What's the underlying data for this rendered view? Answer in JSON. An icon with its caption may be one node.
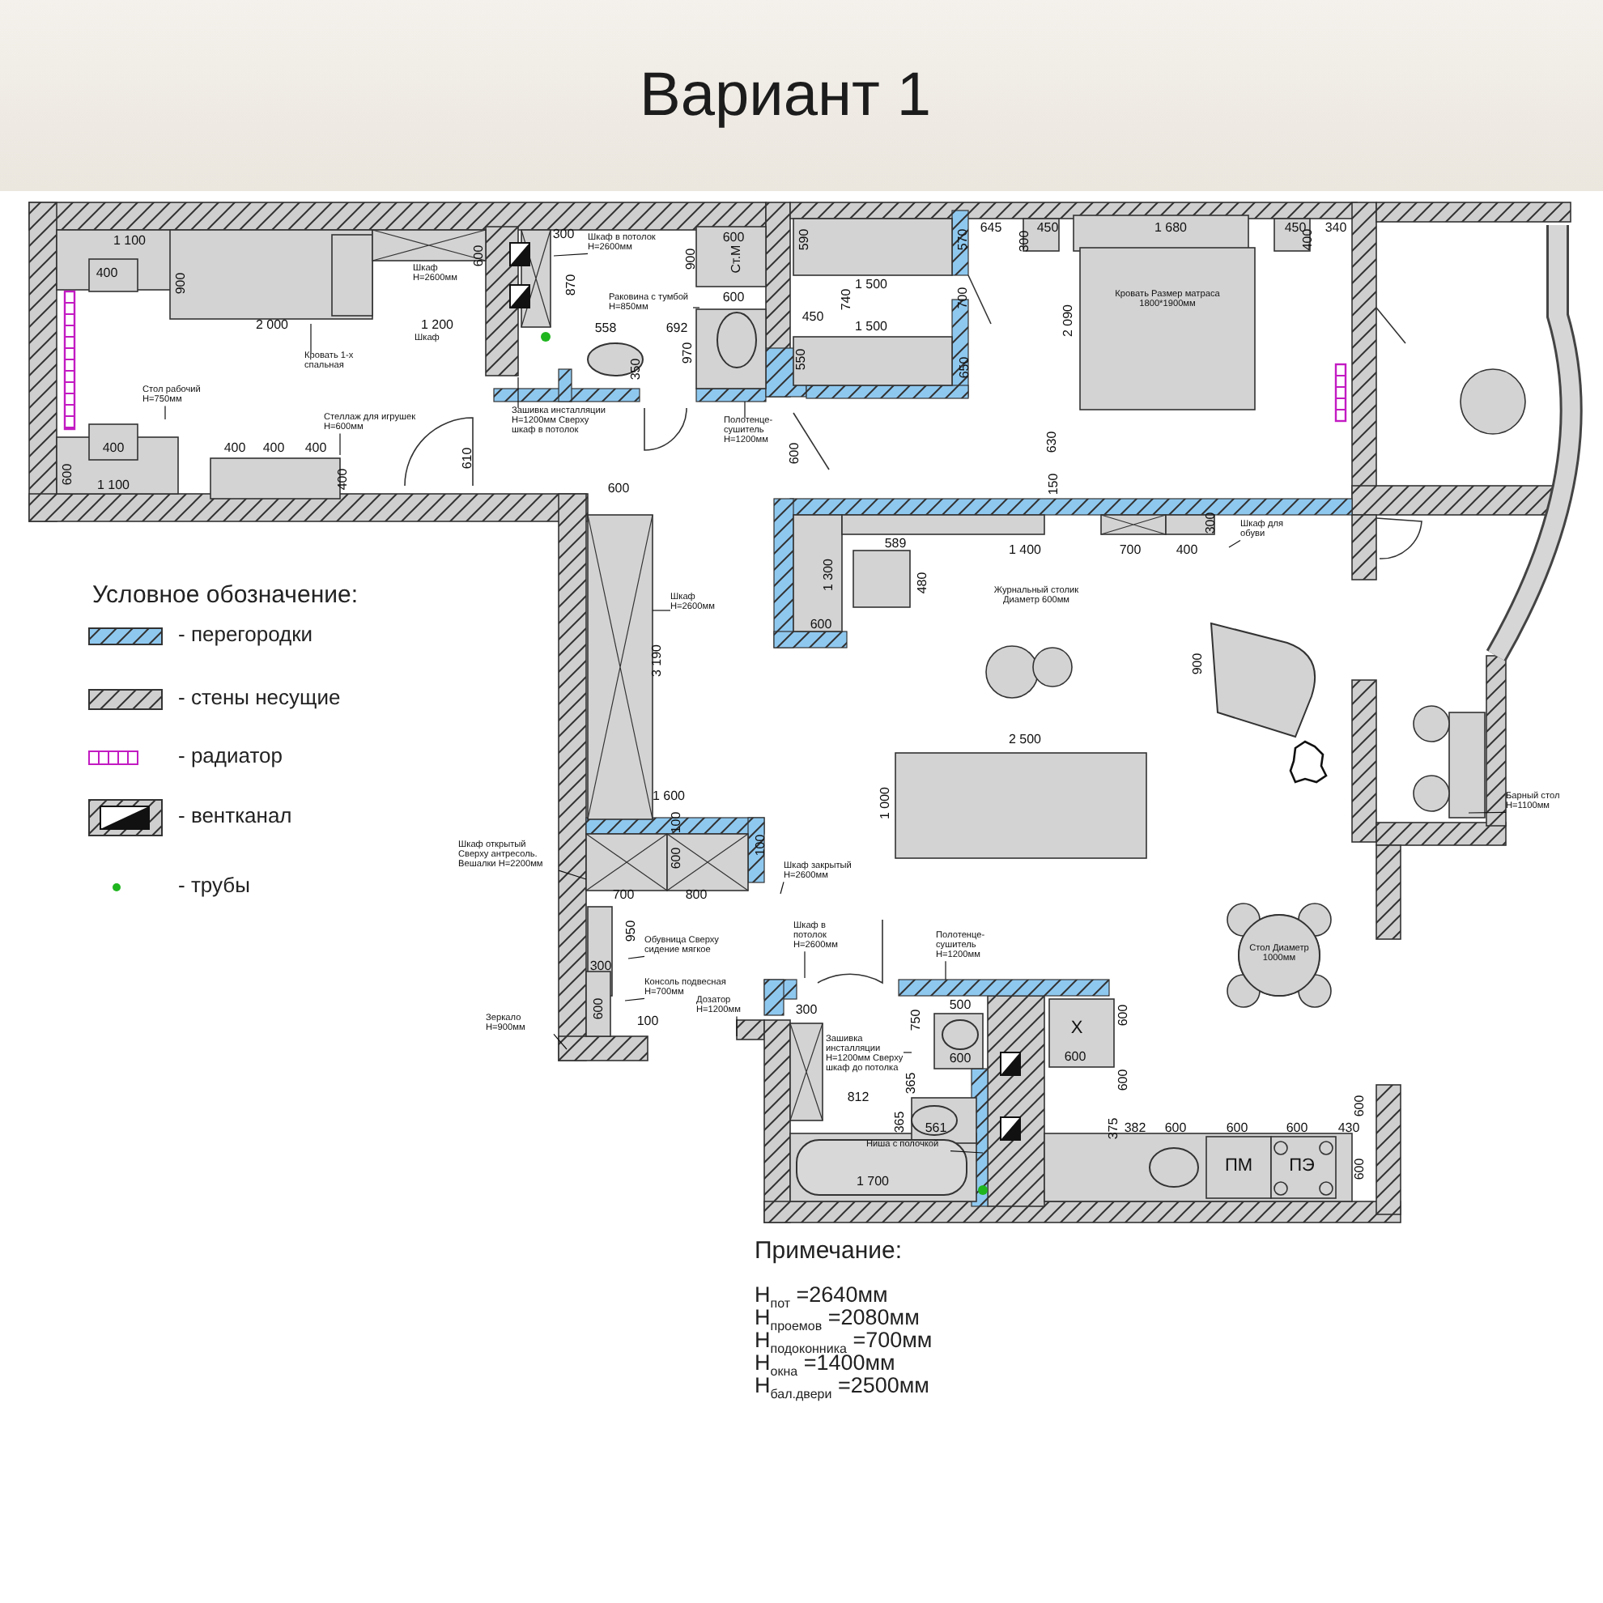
{
  "diagram": {
    "title": "Вариант 1",
    "nodes": [
      {
        "text": [
          "Кровать 1-х спальная"
        ]
      },
      {
        "text": [
          "Стол рабочий H=750мм"
        ]
      },
      {
        "text": [
          "Стеллаж для игрушек H=600мм"
        ]
      },
      {
        "text": [
          "Шкаф в потолок H=2600мм"
        ]
      },
      {
        "text": [
          "Раковина с тумбой H=850мм"
        ]
      },
      {
        "text": [
          "Зашивка инсталляции H=1200мм Сверху шкаф в потолок"
        ]
      },
      {
        "text": [
          "Полотенце-сушитель H=1200мм"
        ]
      },
      {
        "text": [
          "Шкаф H=2600мм"
        ]
      },
      {
        "text": [
          "Шкаф для обуви"
        ]
      },
      {
        "text": [
          "Барный стол H=1100мм"
        ]
      },
      {
        "text": [
          "Шкаф открытый Сверху антресоль. Вешалки H=2200мм"
        ]
      },
      {
        "text": [
          "Шкаф закрытый H=2600мм"
        ]
      },
      {
        "text": [
          "Обувница Сверху сидение мягкое"
        ]
      },
      {
        "text": [
          "Консоль подвесная H=700мм"
        ]
      },
      {
        "text": [
          "Зеркало H=900мм"
        ]
      },
      {
        "text": [
          "Дозатор H=1200мм"
        ]
      },
      {
        "text": [
          "Шкаф в потолок H=2600мм"
        ]
      },
      {
        "text": [
          "Полотенце-сушитель H=1200мм"
        ]
      },
      {
        "text": [
          "Зашивка инсталляции H=1200мм Сверху шкаф до потолка"
        ]
      },
      {
        "text": [
          "Ниша с полочкой"
        ]
      }
    ],
    "edges": [
      {
        "from": 0,
        "to": null,
        "arrow": "none"
      },
      {
        "from": 1,
        "to": null,
        "arrow": "none"
      },
      {
        "from": 2,
        "to": null,
        "arrow": "none"
      },
      {
        "from": 3,
        "to": null,
        "arrow": "none"
      },
      {
        "from": 4,
        "to": null,
        "arrow": "none"
      },
      {
        "from": 5,
        "to": null,
        "arrow": "none"
      },
      {
        "from": 6,
        "to": null,
        "arrow": "none"
      },
      {
        "from": 7,
        "to": null,
        "arrow": "none"
      },
      {
        "from": 8,
        "to": null,
        "arrow": "none"
      },
      {
        "from": 9,
        "to": null,
        "arrow": "none"
      },
      {
        "from": 10,
        "to": null,
        "arrow": "none"
      },
      {
        "from": 11,
        "to": null,
        "arrow": "none"
      },
      {
        "from": 12,
        "to": null,
        "arrow": "none"
      },
      {
        "from": 13,
        "to": null,
        "arrow": "none"
      },
      {
        "from": 14,
        "to": null,
        "arrow": "none"
      },
      {
        "from": 15,
        "to": null,
        "arrow": "none"
      },
      {
        "from": 16,
        "to": null,
        "arrow": "none"
      },
      {
        "from": 17,
        "to": null,
        "arrow": "none"
      },
      {
        "from": 18,
        "to": null,
        "arrow": "none"
      },
      {
        "from": 19,
        "to": null,
        "arrow": "none"
      }
    ],
    "labels": [
      "1 100",
      "400",
      "900",
      "600",
      "Шкаф H=2600мм",
      "2 000",
      "1 200",
      "Шкаф",
      "400",
      "400",
      "400",
      "400",
      "1 100",
      "600",
      "400",
      "610",
      "300",
      "870",
      "900",
      "600",
      "Ст.М",
      "600",
      "558",
      "692",
      "970",
      "350",
      "600",
      "600",
      "645",
      "450",
      "1 680",
      "450",
      "340",
      "590",
      "570",
      "300",
      "400",
      "1 500",
      "740",
      "700",
      "450",
      "1 500",
      "2 090",
      "Кровать Размер матраса 1800*1900мм",
      "550",
      "650",
      "630",
      "150",
      "Условное обозначение:",
      "1 300",
      "589",
      "480",
      "600",
      "1 400",
      "700",
      "400",
      "300",
      "Журнальный столик Диаметр 600мм",
      "3 190",
      "900",
      "2 500",
      "1 000",
      "1 600",
      "100",
      "100",
      "600",
      "700",
      "800",
      "950",
      "Стол Диаметр 1000мм",
      "300",
      "600",
      "100",
      "300",
      "750",
      "500",
      "600",
      "X",
      "600",
      "600",
      "600",
      "812",
      "365",
      "600",
      "365",
      "561",
      "375",
      "382",
      "600",
      "600",
      "600",
      "430",
      "1 700",
      "ПМ",
      "ПЭ",
      "600",
      "Примечание:",
      "H$_{пот}$ =2640мм",
      "H$_{проемов}$ =2080мм",
      "H$_{подоконника}$ =700мм",
      "H$_{окна}$ =1400мм",
      "H$_{бал.двери}$ =2500мм"
    ],
    "legend": [
      {
        "text": "- перегородки"
      },
      {
        "text": "- стены несущие"
      },
      {
        "text": "- радиатор"
      },
      {
        "text": "- вентканал"
      },
      {
        "text": "- трубы",
        "color": "#1fb51f"
      }
    ]
  }
}
